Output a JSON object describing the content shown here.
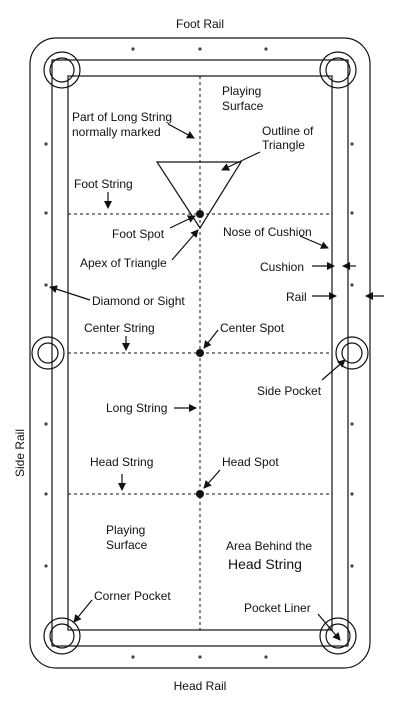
{
  "labels": {
    "foot_rail": "Foot Rail",
    "head_rail": "Head Rail",
    "side_rail": "Side Rail",
    "playing_surface_top_1": "Playing",
    "playing_surface_top_2": "Surface",
    "long_string_marked_1": "Part of Long String",
    "long_string_marked_2": "normally marked",
    "outline_triangle_1": "Outline of",
    "outline_triangle_2": "Triangle",
    "foot_string": "Foot String",
    "foot_spot": "Foot Spot",
    "apex_triangle": "Apex of Triangle",
    "nose_cushion": "Nose of Cushion",
    "cushion": "Cushion",
    "rail": "Rail",
    "diamond_sight": "Diamond or Sight",
    "center_string": "Center String",
    "center_spot": "Center Spot",
    "side_pocket": "Side Pocket",
    "long_string": "Long String",
    "head_string": "Head String",
    "head_spot": "Head Spot",
    "playing_surface_bottom_1": "Playing",
    "playing_surface_bottom_2": "Surface",
    "area_behind_1": "Area Behind the",
    "area_behind_2": "Head String",
    "corner_pocket": "Corner Pocket",
    "pocket_liner": "Pocket  Liner"
  }
}
